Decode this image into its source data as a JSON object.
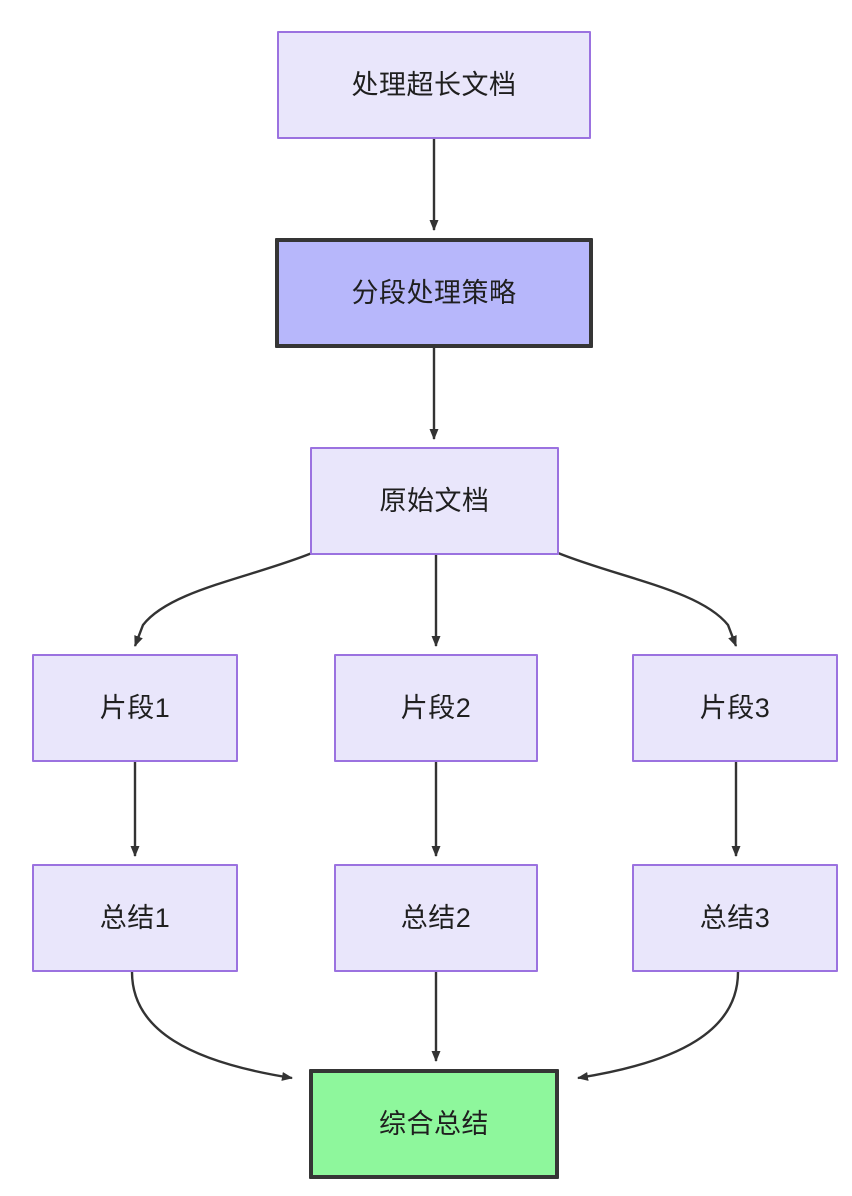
{
  "diagram": {
    "title": "",
    "type": "flowchart",
    "direction": "top-down",
    "colors": {
      "node_fill": "#e9e6fb",
      "node_border": "#9b72e0",
      "highlight_fill": "#b7b7fb",
      "highlight_border": "#353535",
      "result_fill": "#8ef79c",
      "result_border": "#353535",
      "edge": "#333333",
      "text": "#1f1f1f",
      "background": "#ffffff"
    },
    "nodes": [
      {
        "id": "long-document",
        "label": "处理超长文档",
        "style": "default"
      },
      {
        "id": "chunk-strategy",
        "label": "分段处理策略",
        "style": "highlight"
      },
      {
        "id": "source-doc",
        "label": "原始文档",
        "style": "default"
      },
      {
        "id": "fragment-1",
        "label": "片段1",
        "style": "default"
      },
      {
        "id": "fragment-2",
        "label": "片段2",
        "style": "default"
      },
      {
        "id": "fragment-3",
        "label": "片段3",
        "style": "default"
      },
      {
        "id": "summary-1",
        "label": "总结1",
        "style": "default"
      },
      {
        "id": "summary-2",
        "label": "总结2",
        "style": "default"
      },
      {
        "id": "summary-3",
        "label": "总结3",
        "style": "default"
      },
      {
        "id": "final-summary",
        "label": "综合总结",
        "style": "result"
      }
    ],
    "edges": [
      {
        "from": "long-document",
        "to": "chunk-strategy",
        "shape": "straight",
        "label": ""
      },
      {
        "from": "chunk-strategy",
        "to": "source-doc",
        "shape": "straight",
        "label": ""
      },
      {
        "from": "source-doc",
        "to": "fragment-1",
        "shape": "curved",
        "label": ""
      },
      {
        "from": "source-doc",
        "to": "fragment-2",
        "shape": "straight",
        "label": ""
      },
      {
        "from": "source-doc",
        "to": "fragment-3",
        "shape": "curved",
        "label": ""
      },
      {
        "from": "fragment-1",
        "to": "summary-1",
        "shape": "straight",
        "label": ""
      },
      {
        "from": "fragment-2",
        "to": "summary-2",
        "shape": "straight",
        "label": ""
      },
      {
        "from": "fragment-3",
        "to": "summary-3",
        "shape": "straight",
        "label": ""
      },
      {
        "from": "summary-1",
        "to": "final-summary",
        "shape": "curved",
        "label": ""
      },
      {
        "from": "summary-2",
        "to": "final-summary",
        "shape": "straight",
        "label": ""
      },
      {
        "from": "summary-3",
        "to": "final-summary",
        "shape": "curved",
        "label": ""
      }
    ]
  }
}
